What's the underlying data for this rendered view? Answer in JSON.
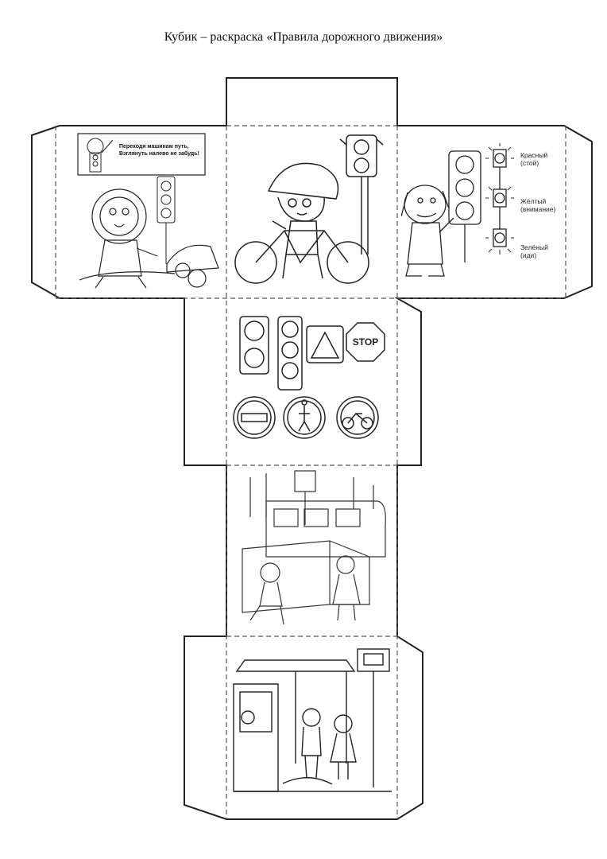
{
  "page": {
    "title": "Кубик – раскраска «Правила дорожного движения»"
  },
  "face_left": {
    "bubble_line1": "Переходя машинам путь,",
    "bubble_line2": "Взглянуть налево не забудь!"
  },
  "face_right": {
    "labels": [
      {
        "main": "Красный",
        "sub": "(стой)"
      },
      {
        "main": "Жёлтый",
        "sub": "(внимание)"
      },
      {
        "main": "Зелёный",
        "sub": "(иди)"
      }
    ]
  },
  "face_signs": {
    "stop_text": "STOP"
  }
}
